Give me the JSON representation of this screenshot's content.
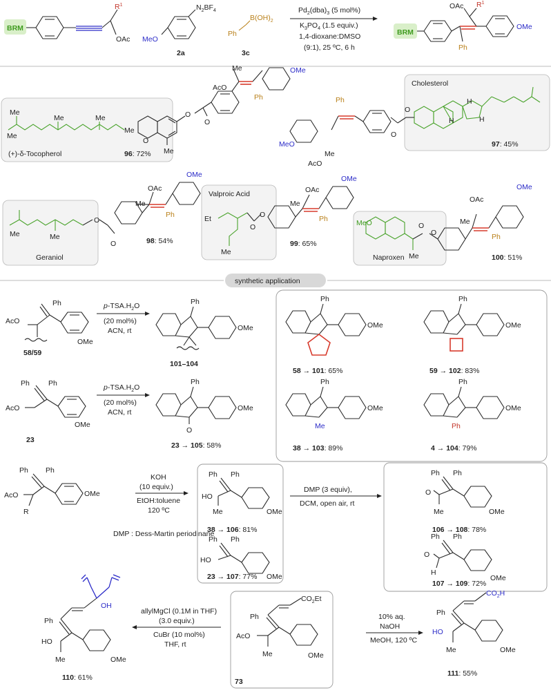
{
  "header": {
    "brm": "BRM",
    "r1": "R",
    "r1_sup": "1",
    "oac": "OAc",
    "meo": "MeO",
    "n2bf4": "N",
    "n2bf4_sub": "2",
    "n2bf4_tail": "BF",
    "n2bf4_sub2": "4",
    "label_2a": "2a",
    "ph": "Ph",
    "boh2": "B(OH)",
    "boh2_sub": "2",
    "label_3c": "3c",
    "cond1_a": "Pd",
    "cond1_b": "(dba)",
    "cond1_c": "(5 mol%)",
    "cond2_a": "K",
    "cond2_b": "PO",
    "cond2_c": "(1.5 equiv.)",
    "cond3": "1,4-dioxane:DMSO",
    "cond4": "(9:1), 25 ºC, 6 h",
    "product_oac": "OAc",
    "product_ome": "OMe",
    "product_ph": "Ph"
  },
  "drugs": {
    "toco_name": "(+)-δ-Tocopherol",
    "toco_num": "96",
    "toco_yield": ": 72%",
    "chol_name": "Cholesterol",
    "chol_num": "97",
    "chol_yield": ": 45%",
    "ger_name": "Geraniol",
    "ger_num": "98",
    "ger_yield": ": 54%",
    "val_name": "Valproic Acid",
    "val_num": "99",
    "val_yield": ": 65%",
    "nap_name": "Naproxen",
    "nap_num": "100",
    "nap_yield": ": 51%",
    "me": "Me",
    "ome": "OMe",
    "meo": "MeO",
    "oac": "OAc",
    "aco": "AcO",
    "ph": "Ph",
    "h": "H"
  },
  "synth": {
    "badge": "synthetic application",
    "cond_tsa": "p",
    "cond_tsa_rest": "-TSA.H",
    "cond_tsa_sub": "2",
    "cond_tsa_o": "O",
    "cond_mol": "(20 mol%)",
    "cond_acn": "ACN, rt",
    "sm1": "58/59",
    "prod1": "101",
    "prod1_dash": "–",
    "prod1b": "104",
    "sm2": "23",
    "r58": "58",
    "r101": "101",
    "y101": ": 65%",
    "r59": "59",
    "r102": "102",
    "y102": ": 83%",
    "r38": "38",
    "r103": "103",
    "y103": ": 89%",
    "r4": "4",
    "r104": "104",
    "y104": ": 79%",
    "r23": "23",
    "r105": "105",
    "y105": ": 58%",
    "koh": "KOH",
    "koh_eq": "(10 equiv.)",
    "koh_solv": "EtOH:toluene",
    "koh_temp": "120 ºC",
    "dmp_def": "DMP : Dess-Martin periodinane",
    "r38b": "38",
    "r106": "106",
    "y106": ": 81%",
    "r23b": "23",
    "r107": "107",
    "y107": ": 77%",
    "dmp1": "DMP (3 equiv),",
    "dmp2": "DCM, open air, rt",
    "r106b": "106",
    "r108": "108",
    "y108": ": 78%",
    "r107b": "107",
    "r109": "109",
    "y109": ": 72%",
    "allyl1": "allylMgCl (0.1M in THF)",
    "allyl2": "(3.0 equiv.)",
    "allyl3": "CuBr (10 mol%)",
    "allyl4": "THF, rt",
    "r110": "110",
    "y110": ": 61%",
    "r73": "73",
    "co2et": "CO",
    "co2et_sub": "2",
    "co2et_tail": "Et",
    "naoh1": "10% aq.",
    "naoh2": "NaOH",
    "naoh3": "MeOH, 120 ºC",
    "r111": "111",
    "y111": ": 55%",
    "co2h": "CO",
    "co2h_sub": "2",
    "co2h_tail": "H",
    "ph": "Ph",
    "ome": "OMe",
    "aco": "AcO",
    "ho": "HO",
    "oh": "OH",
    "me": "Me",
    "r": "R",
    "o": "O",
    "h": "H"
  }
}
